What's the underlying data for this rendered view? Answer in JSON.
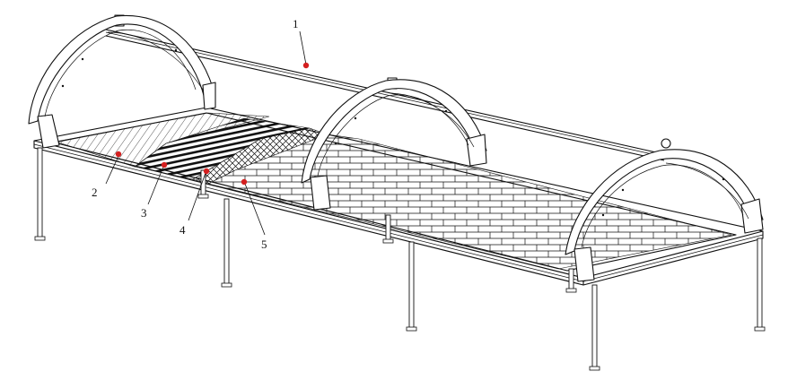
{
  "labels": [
    {
      "id": "1",
      "text": "1"
    },
    {
      "id": "2",
      "text": "2"
    },
    {
      "id": "3",
      "text": "3"
    },
    {
      "id": "4",
      "text": "4"
    },
    {
      "id": "5",
      "text": "5"
    }
  ],
  "colors": {
    "line": "#111111",
    "marker": "#d42020",
    "background": "#ffffff"
  }
}
